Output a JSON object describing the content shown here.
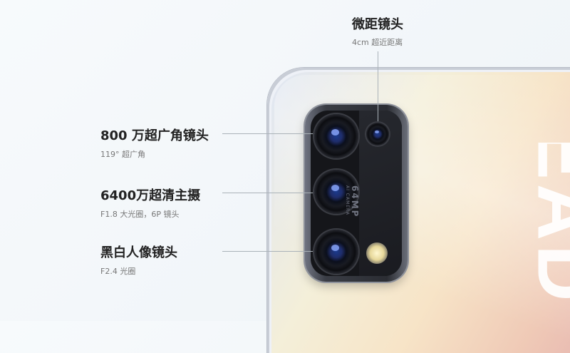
{
  "features": [
    {
      "title": "微距镜头",
      "subtitle": "4cm 超近距离"
    },
    {
      "title": "800 万超广角镜头",
      "subtitle": "119° 超广角"
    },
    {
      "title": "6400万超清主摄",
      "subtitle": "F1.8 大光圈，6P 镜头"
    },
    {
      "title": "黑白人像镜头",
      "subtitle": "F2.4 光圈"
    }
  ],
  "camera_module": {
    "marking_main": "64MP",
    "marking_sub": "AI CAMERA"
  },
  "brand_text": "EAD",
  "colors": {
    "title": "#222222",
    "subtitle": "#777777",
    "leader": "#aab2b8"
  }
}
